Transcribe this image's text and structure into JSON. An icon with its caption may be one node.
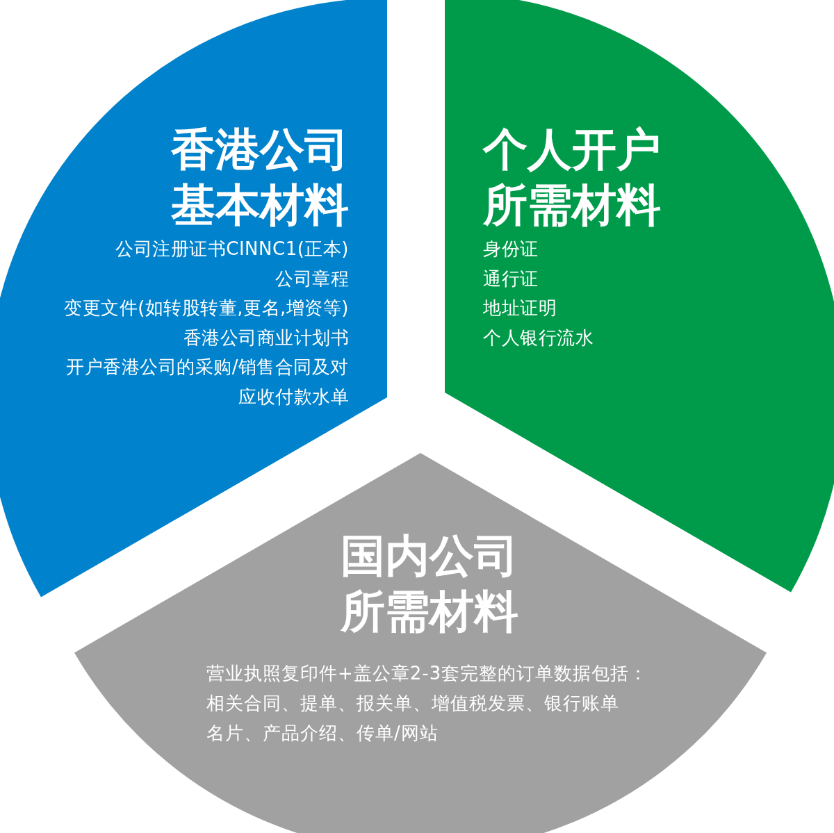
{
  "diagram": {
    "nodes": [
      {
        "text": [
          "香港公司基本材料",
          "公司注册证书CINNC1(正本)",
          "公司章程",
          "变更文件(如转股转董,更名,增资等)",
          "香港公司商业计划书",
          "开户香港公司的采购/销售合同及对应收付款水单"
        ]
      },
      {
        "text": [
          "个人开户所需材料",
          "身份证",
          "通行证",
          "地址证明",
          "个人银行流水"
        ]
      },
      {
        "text": [
          "国内公司所需材料",
          "营业执照复印件+盖公章2-3套完整的订单数据包括：",
          "相关合同、提单、报关单、增值税发票、银行账单",
          "名片、产品介绍、传单/网站"
        ]
      }
    ]
  }
}
